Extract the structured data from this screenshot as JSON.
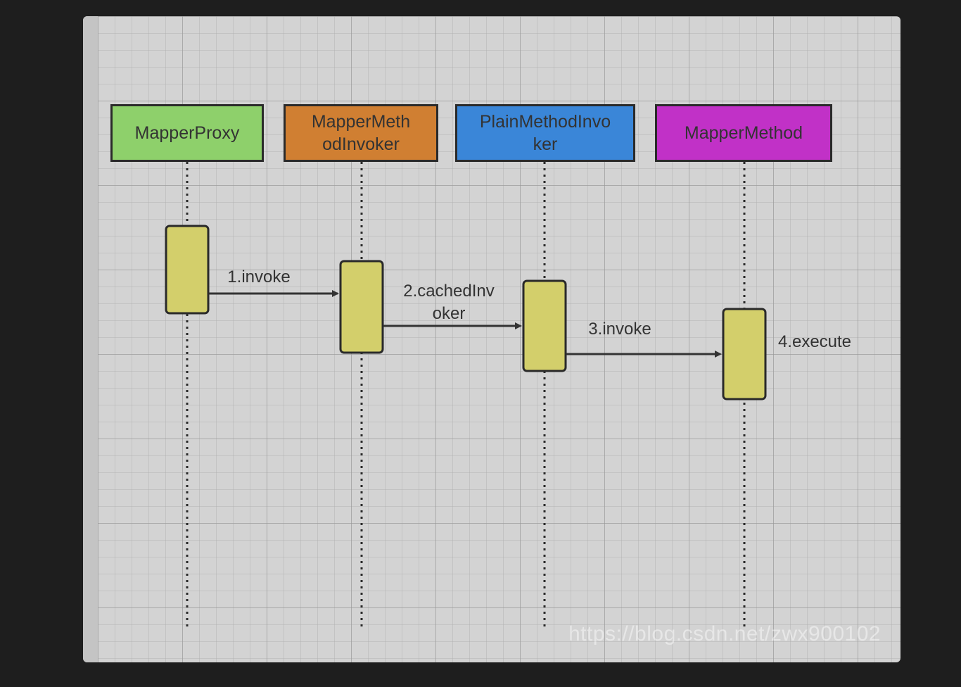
{
  "diagram": {
    "lifelines": [
      {
        "name": "MapperProxy",
        "color": "#8ed06b"
      },
      {
        "name": "MapperMeth\nodInvoker",
        "color": "#d07f32"
      },
      {
        "name": "PlainMethodInvo\nker",
        "color": "#3a86d8"
      },
      {
        "name": "MapperMethod",
        "color": "#c131c7"
      }
    ],
    "messages": [
      {
        "label": "1.invoke"
      },
      {
        "label": "2.cachedInv\noker"
      },
      {
        "label": "3.invoke"
      },
      {
        "label": "4.execute"
      }
    ],
    "activation_color": "#d3cf6b"
  },
  "watermark": "https://blog.csdn.net/zwx900102"
}
